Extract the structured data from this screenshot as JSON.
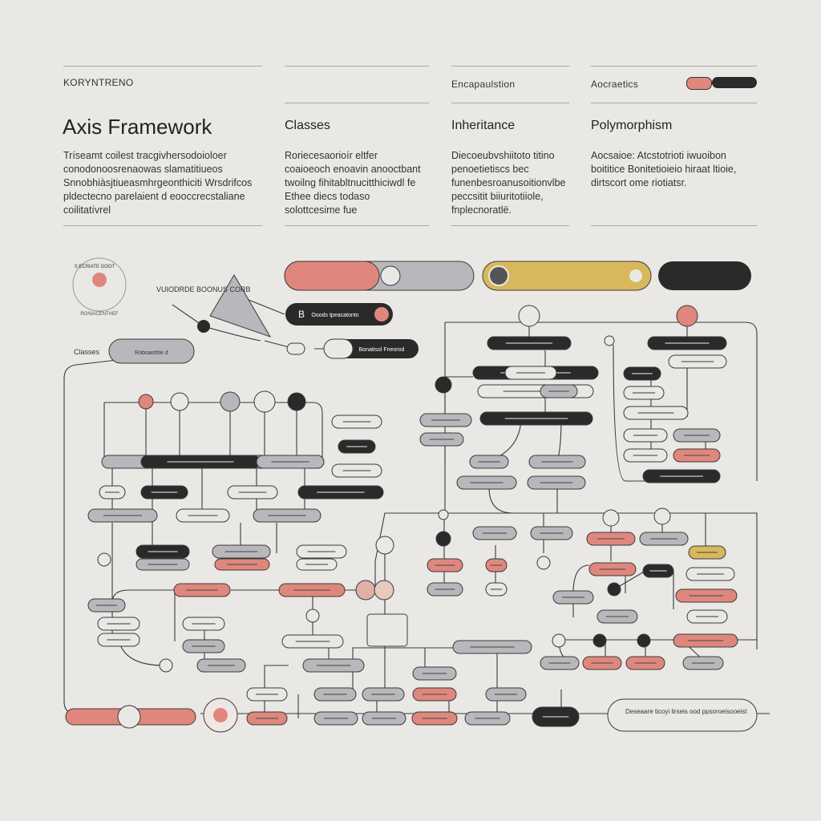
{
  "header": {
    "brand": "KORYNTRENO",
    "title": "Axis Framework",
    "intro": "Tríseamt coilest tracgivhersodoioloer conodonoosrenaowas slamatitiueos Snnobhiàsjtiueasmhrgeonthiciti Wrsdrifcos pldectecno parelaient d eooccrecstaliane coilitatívrel",
    "columns": [
      {
        "eyebrow": "",
        "heading": "Classes",
        "text": "Roriecesaorioír eltfer coaioeoch enoavin anooctbant twoilng fihitabltnucitthiciwdl fe Ethee diecs todaso solottcesime fue"
      },
      {
        "eyebrow": "Encapaulstion",
        "heading": "Inheritance",
        "text": "Diecoeubvshiitoto titino penoetietiscs bec funenbesroanusoitionvlbe peccsitit biiuritotiiole, fnplecnoratlë."
      },
      {
        "eyebrow": "Aocraetics",
        "heading": "Polymorphism",
        "text": "Aocsaioe: Atcstotrioti iwuoibon boititice Bonitetioieio hiraat ltioie, dirtscort ome riotiatsr."
      }
    ],
    "pill_left": "",
    "pill_right": ""
  },
  "diagram": {
    "classes_label": "Classes",
    "callout_label": "VUIODRDE BOONUS CORB",
    "legend_top": "S ECRIATE GOOT",
    "legend_bottom": "RONIACENTHEF",
    "b_label": "B",
    "b_pill_text": "Ooods tpeacatonto",
    "class_pill_text": "Roboaotttie d",
    "small_pill_text": "Bonatisol Fneorod",
    "footer_note": "Deseaare ticoyi lirseis ood ppsoroeisooeist"
  },
  "colors": {
    "background": "#e9e8e5",
    "salmon": "#e0877d",
    "dark": "#2a2a2a",
    "gray": "#b8b8bc",
    "gold": "#d8b85a",
    "line": "#3a3a3a"
  },
  "icons": [
    "figure-icon",
    "face-icon",
    "grid-icon",
    "chat-icon",
    "heart-icon",
    "flower-icon",
    "portrait-icon"
  ]
}
